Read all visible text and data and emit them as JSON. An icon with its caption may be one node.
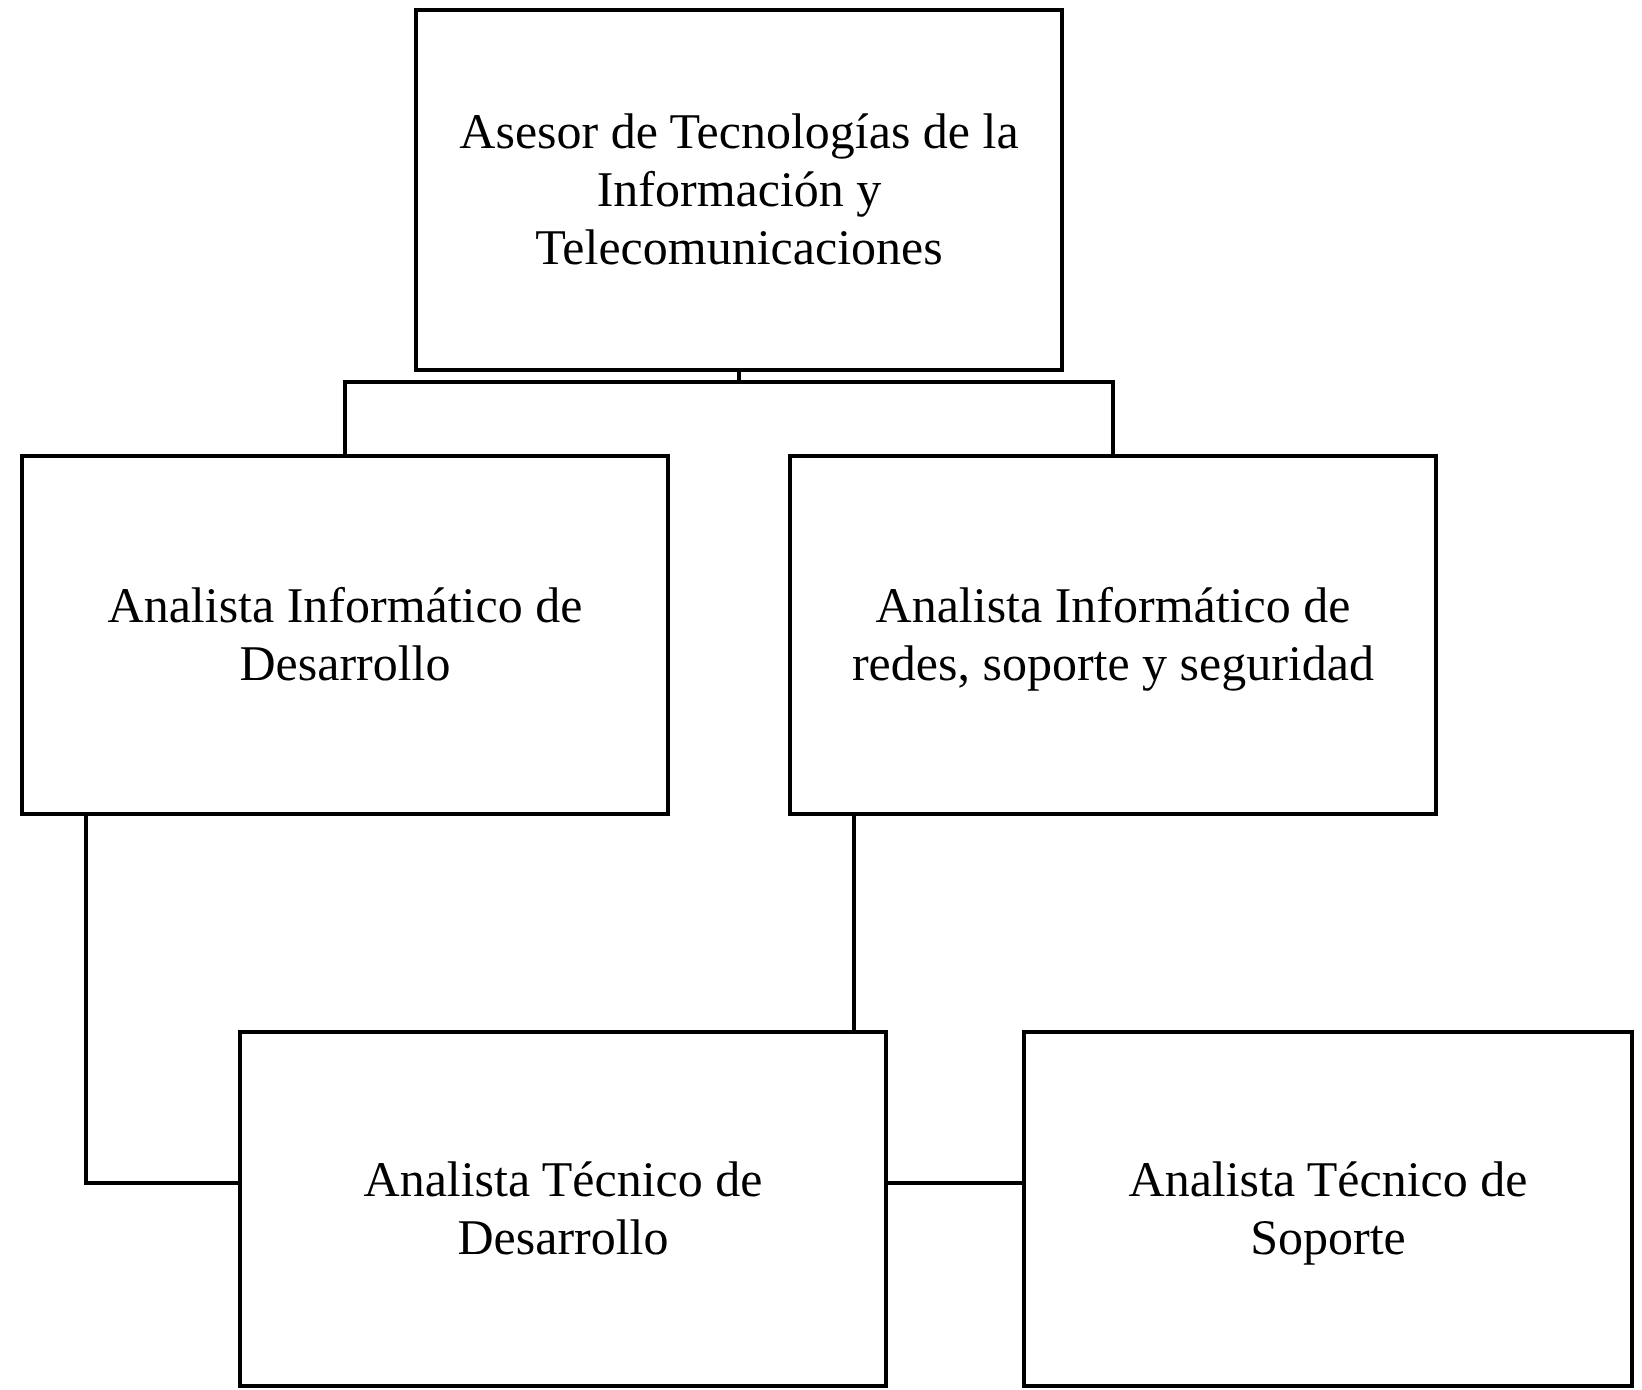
{
  "diagram": {
    "nodes": [
      {
        "text": [
          "Asesor de Tecnologías de la Información y Telecomunicaciones"
        ]
      },
      {
        "text": [
          "Analista Informático de Desarrollo"
        ]
      },
      {
        "text": [
          "Analista Informático de redes, soporte y seguridad"
        ]
      },
      {
        "text": [
          "Analista Técnico de Desarrollo"
        ]
      },
      {
        "text": [
          "Analista Técnico de Soporte"
        ]
      }
    ],
    "edges": [
      {
        "from": 0,
        "to": 1,
        "arrow": "none"
      },
      {
        "from": 0,
        "to": 2,
        "arrow": "none"
      },
      {
        "from": 1,
        "to": 3,
        "arrow": "none"
      },
      {
        "from": 2,
        "to": 3,
        "arrow": "none"
      },
      {
        "from": 3,
        "to": 4,
        "arrow": "none"
      }
    ]
  }
}
